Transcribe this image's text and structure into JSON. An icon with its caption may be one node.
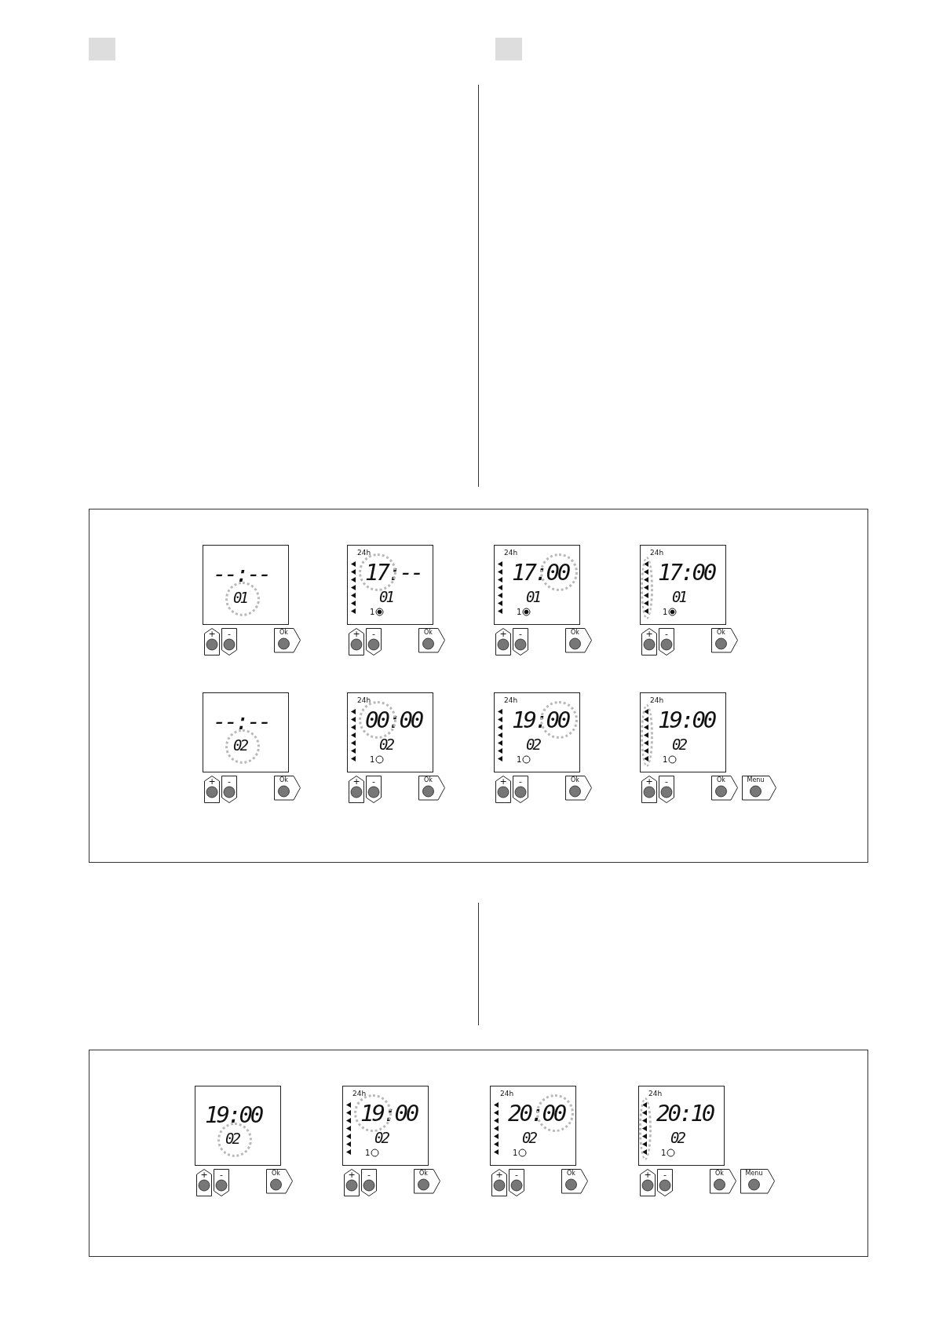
{
  "diagram": {
    "nodes": [
      {
        "text": [],
        "shape": "box"
      },
      {
        "text": [
          "--:--",
          "01"
        ],
        "in": 0
      },
      {
        "text": [
          "+"
        ],
        "in": 0
      },
      {
        "text": [
          "-"
        ],
        "in": 0
      },
      {
        "text": [
          "Ok"
        ],
        "in": 0
      },
      {
        "text": [
          "24h",
          "17:--",
          "01",
          "1"
        ],
        "in": 0
      },
      {
        "text": [
          "+"
        ],
        "in": 0
      },
      {
        "text": [
          "-"
        ],
        "in": 0
      },
      {
        "text": [
          "Ok"
        ],
        "in": 0
      },
      {
        "text": [
          "24h",
          "17:00",
          "01",
          "1"
        ],
        "in": 0
      },
      {
        "text": [
          "+"
        ],
        "in": 0
      },
      {
        "text": [
          "-"
        ],
        "in": 0
      },
      {
        "text": [
          "Ok"
        ],
        "in": 0
      },
      {
        "text": [
          "24h",
          "17:00",
          "01",
          "1"
        ],
        "in": 0
      },
      {
        "text": [
          "+"
        ],
        "in": 0
      },
      {
        "text": [
          "-"
        ],
        "in": 0
      },
      {
        "text": [
          "Ok"
        ],
        "in": 0
      },
      {
        "text": [
          "--:--",
          "02"
        ],
        "in": 0
      },
      {
        "text": [
          "+"
        ],
        "in": 0
      },
      {
        "text": [
          "-"
        ],
        "in": 0
      },
      {
        "text": [
          "Ok"
        ],
        "in": 0
      },
      {
        "text": [
          "24h",
          "00:00",
          "02",
          "1"
        ],
        "in": 0
      },
      {
        "text": [
          "+"
        ],
        "in": 0
      },
      {
        "text": [
          "-"
        ],
        "in": 0
      },
      {
        "text": [
          "Ok"
        ],
        "in": 0
      },
      {
        "text": [
          "24h",
          "19:00",
          "02",
          "1"
        ],
        "in": 0
      },
      {
        "text": [
          "+"
        ],
        "in": 0
      },
      {
        "text": [
          "-"
        ],
        "in": 0
      },
      {
        "text": [
          "Ok"
        ],
        "in": 0
      },
      {
        "text": [
          "24h",
          "19:00",
          "02",
          "1"
        ],
        "in": 0
      },
      {
        "text": [
          "+"
        ],
        "in": 0
      },
      {
        "text": [
          "-"
        ],
        "in": 0
      },
      {
        "text": [
          "Ok"
        ],
        "in": 0
      },
      {
        "text": [
          "Menu"
        ],
        "in": 0
      },
      {
        "text": [],
        "shape": "box"
      },
      {
        "text": [
          "19:00",
          "02"
        ],
        "in": 34
      },
      {
        "text": [
          "+"
        ],
        "in": 34
      },
      {
        "text": [
          "-"
        ],
        "in": 34
      },
      {
        "text": [
          "Ok"
        ],
        "in": 34
      },
      {
        "text": [
          "24h",
          "19:00",
          "02",
          "1"
        ],
        "in": 34
      },
      {
        "text": [
          "+"
        ],
        "in": 34
      },
      {
        "text": [
          "-"
        ],
        "in": 34
      },
      {
        "text": [
          "Ok"
        ],
        "in": 34
      },
      {
        "text": [
          "24h",
          "20:00",
          "02",
          "1"
        ],
        "in": 34
      },
      {
        "text": [
          "+"
        ],
        "in": 34
      },
      {
        "text": [
          "-"
        ],
        "in": 34
      },
      {
        "text": [
          "Ok"
        ],
        "in": 34
      },
      {
        "text": [
          "24h",
          "20:10",
          "02",
          "1"
        ],
        "in": 34
      },
      {
        "text": [
          "+"
        ],
        "in": 34
      },
      {
        "text": [
          "-"
        ],
        "in": 34
      },
      {
        "text": [
          "Ok"
        ],
        "in": 34
      },
      {
        "text": [
          "Menu"
        ],
        "in": 34
      }
    ]
  }
}
